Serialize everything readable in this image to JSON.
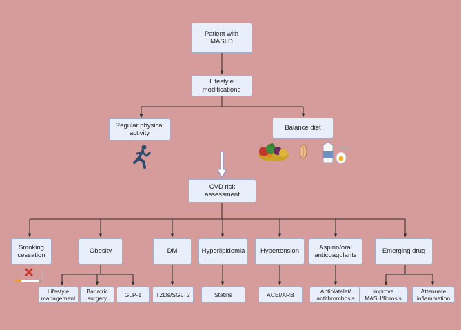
{
  "colors": {
    "background": "#d69b9b",
    "box_fill": "#e9effa",
    "box_border": "#9fb0cf",
    "connector": "#2b2b2b",
    "runner": "#2f4b6e",
    "no_smoking_x": "#c0392b"
  },
  "nodes": {
    "patient": "Patient with\nMASLD",
    "lifestyle": "Lifestyle\nmodifications",
    "physical": "Regular physical\nactivity",
    "diet": "Balance diet",
    "cvd": "CVD risk\nassessment",
    "smoking": "Smoking\ncessation",
    "obesity": "Obesity",
    "dm": "DM",
    "hyperlipidemia": "Hyperlipidemia",
    "hypertension": "Hypertension",
    "aspirin": "Aspirin/oral\nanticoagulants",
    "emerging": "Emerging drug",
    "lifestyle_mgmt": "Lifestyle\nmanagement",
    "bariatric": "Bariatric\nsurgery",
    "glp1": "GLP-1",
    "tzds": "TZDs/SGLT2",
    "statins": "Statins",
    "acei": "ACEI/ARB",
    "antiplatelet": "Antiplatelet/\nantithrombosis",
    "improve": "Improve\nMASH/fibrosis",
    "attenuate": "Attenuate\ninflammation"
  },
  "icons": {
    "physical_activity": "running-person-icon",
    "diet_foods": [
      "vegetables-fruit-icon",
      "nut-icon",
      "milk-carton-icon",
      "egg-icon"
    ],
    "smoking": "no-smoking-icon"
  }
}
